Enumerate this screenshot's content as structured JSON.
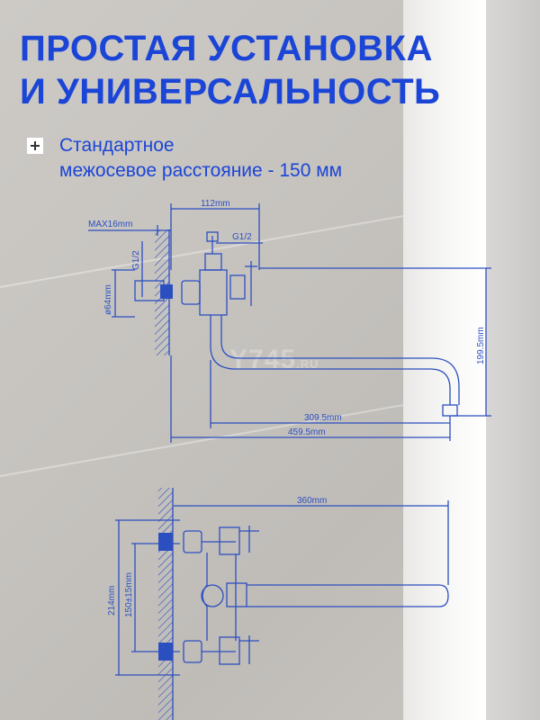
{
  "headline": {
    "line1": "ПРОСТАЯ УСТАНОВКА",
    "line2": "И УНИВЕРСАЛЬНОСТЬ"
  },
  "feature": {
    "icon": "plus-icon",
    "line1": "Стандартное",
    "line2": "межосевое расстояние - 150 мм"
  },
  "watermark": "Y745",
  "watermark_domain": ".RU",
  "diagram_top": {
    "dim_112": "112mm",
    "dim_max16": "MAX16mm",
    "dim_g12_left": "G1/2",
    "dim_g12_right": "G1/2",
    "dim_64": "ø64mm",
    "dim_199_5": "199.5mm",
    "dim_309_5": "309.5mm",
    "dim_459_5": "459.5mm"
  },
  "diagram_bottom": {
    "dim_360": "360mm",
    "dim_214": "214mm",
    "dim_150": "150±15mm"
  },
  "colors": {
    "headline": "#1b45d6",
    "drawing": "#2c4fc0"
  }
}
